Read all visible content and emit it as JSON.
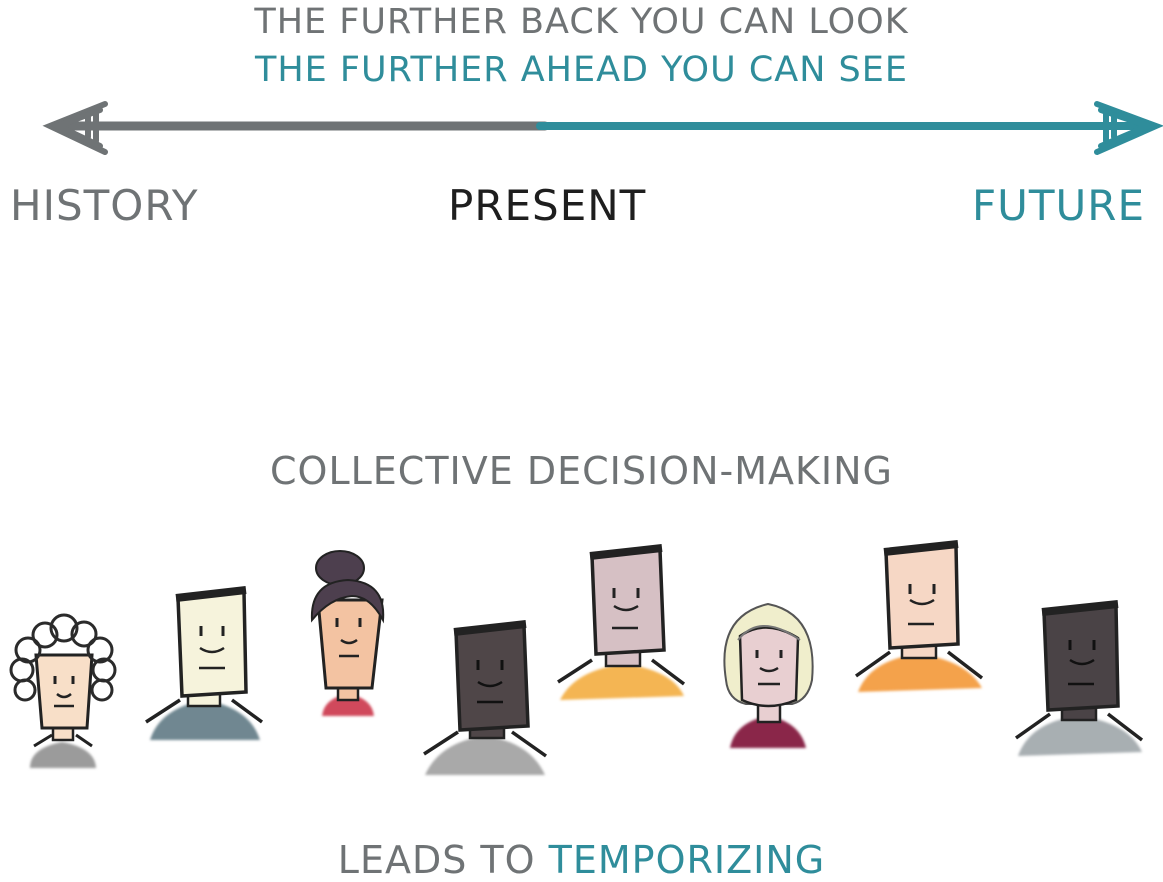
{
  "headline": {
    "line1": "THE FURTHER BACK YOU CAN LOOK",
    "line2": "THE FURTHER AHEAD YOU CAN SEE"
  },
  "timeline": {
    "labels": {
      "history": "HISTORY",
      "present": "PRESENT",
      "future": "FUTURE"
    },
    "colors": {
      "past": "#6f7375",
      "future": "#2f8d9b",
      "present": "#1e1e1e"
    }
  },
  "section": {
    "title": "COLLECTIVE DECISION-MAKING",
    "caption_part1": "LEADS TO ",
    "caption_part2": "TEMPORIZING"
  },
  "people": [
    {
      "id": "curly-hair-person",
      "skin": "#f8dfc8",
      "shirt": "#9b9b9b"
    },
    {
      "id": "pale-square-face-person",
      "skin": "#f6f3dc",
      "shirt": "#6f8791"
    },
    {
      "id": "bun-hair-woman",
      "skin": "#f3c3a2",
      "shirt": "#d04a5c"
    },
    {
      "id": "dark-skin-person-left",
      "skin": "#4f4648",
      "shirt": "#a9a9a9"
    },
    {
      "id": "mauve-face-person",
      "skin": "#d6c0c4",
      "shirt": "#f4b552"
    },
    {
      "id": "blonde-woman",
      "skin": "#e8cfd1",
      "shirt": "#8a2548"
    },
    {
      "id": "peach-face-person",
      "skin": "#f6d7c5",
      "shirt": "#f4a24b"
    },
    {
      "id": "dark-skin-person-right",
      "skin": "#4a4346",
      "shirt": "#a8afb2"
    }
  ]
}
